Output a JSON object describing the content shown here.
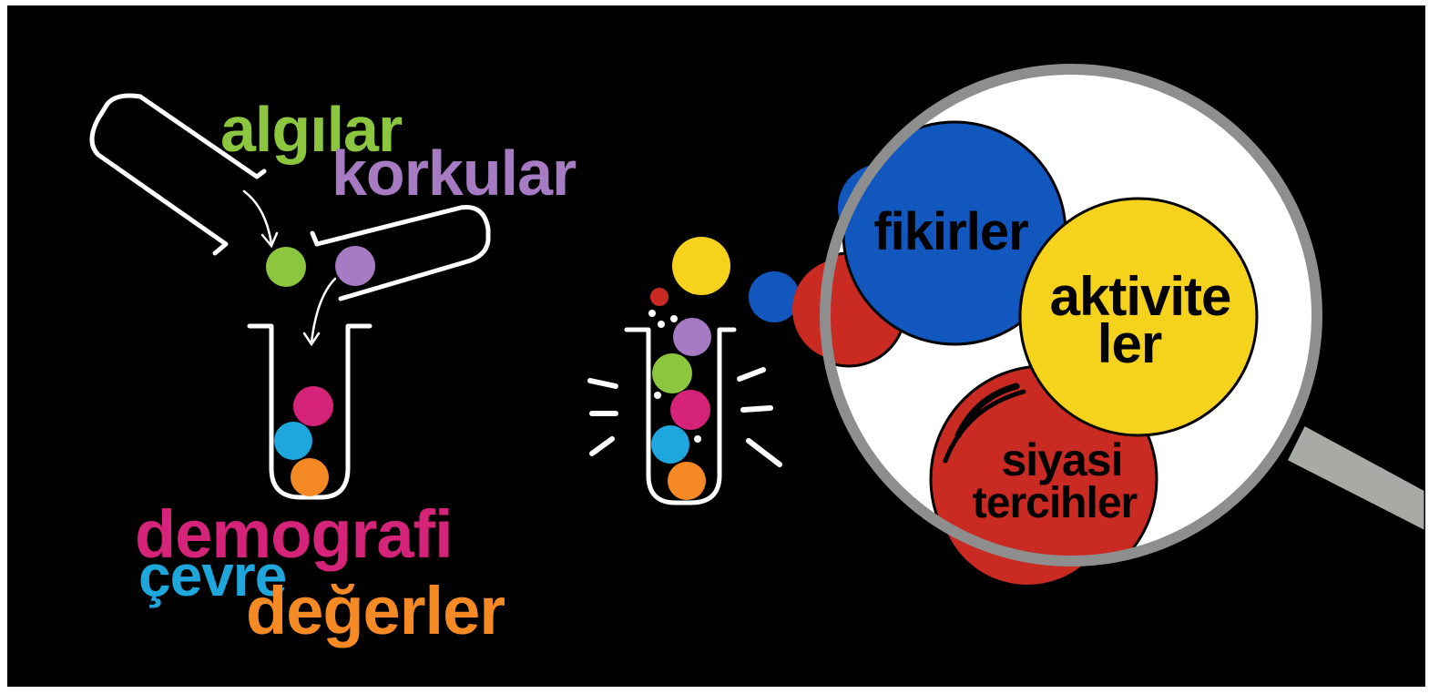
{
  "words": {
    "algilar": "algılar",
    "korkular": "korkular",
    "demografi": "demografi",
    "cevre": "çevre",
    "degerler": "değerler"
  },
  "bubbles": {
    "fikirler": "fikirler",
    "aktivite_line1": "aktivite",
    "aktivite_line2": "ler",
    "siyasi_line1": "siyasi",
    "siyasi_line2": "tercihler"
  },
  "colors": {
    "background": "#000000",
    "green": "#8cc63f",
    "purple": "#a77bc4",
    "magenta": "#d6237a",
    "cyan": "#1ea7dc",
    "orange": "#f58a24",
    "blue": "#1257bd",
    "yellow": "#f5d21c",
    "red": "#c92a21",
    "lens_rim": "#8e8e8e",
    "handle": "#a8aaa5"
  },
  "icons": {
    "funnel": "funnel-icon",
    "test_tube": "test-tube-icon",
    "magnifier": "magnifying-glass-icon"
  }
}
